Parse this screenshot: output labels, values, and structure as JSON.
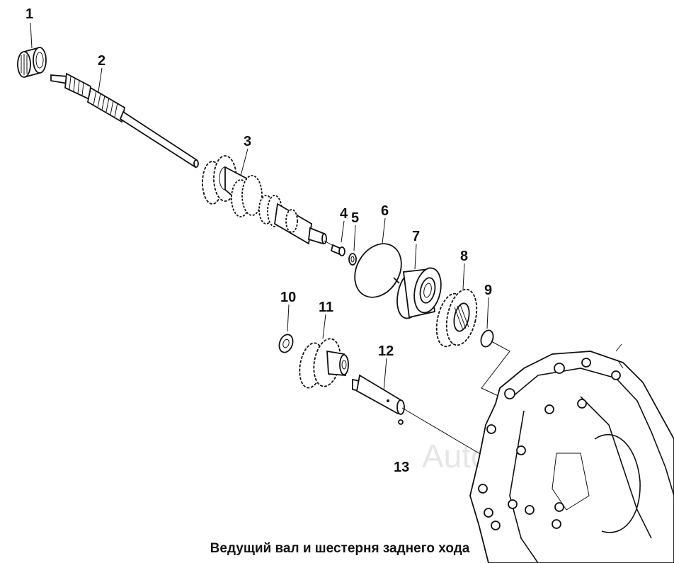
{
  "caption": "Ведущий вал и шестерня заднего хода",
  "watermark": "AutoSoft",
  "labels": [
    {
      "id": "1",
      "text": "1"
    },
    {
      "id": "2",
      "text": "2"
    },
    {
      "id": "3",
      "text": "3"
    },
    {
      "id": "4",
      "text": "4"
    },
    {
      "id": "5",
      "text": "5"
    },
    {
      "id": "6",
      "text": "6"
    },
    {
      "id": "7",
      "text": "7"
    },
    {
      "id": "8",
      "text": "8"
    },
    {
      "id": "9",
      "text": "9"
    },
    {
      "id": "10",
      "text": "10"
    },
    {
      "id": "11",
      "text": "11"
    },
    {
      "id": "12",
      "text": "12"
    },
    {
      "id": "13",
      "text": "13"
    }
  ],
  "colors": {
    "ink": "#111111",
    "background": "#ffffff",
    "watermark": "#e6e6e6"
  }
}
